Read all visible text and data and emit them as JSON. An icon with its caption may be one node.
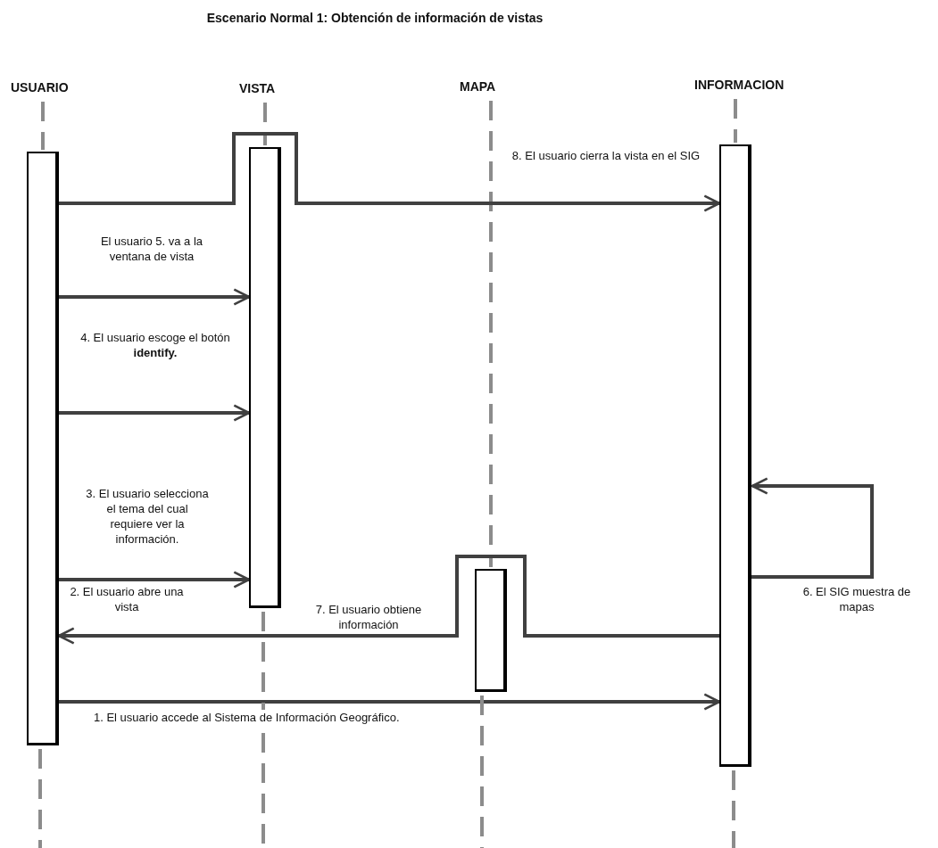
{
  "diagram": {
    "title": "Escenario Normal 1: Obtención de información de vistas",
    "nodes": [
      {
        "text": [
          "USUARIO"
        ]
      },
      {
        "text": [
          "VISTA"
        ]
      },
      {
        "text": [
          "MAPA"
        ]
      },
      {
        "text": [
          "INFORMACION"
        ]
      },
      {
        "text": [],
        "shape": "bar"
      },
      {
        "text": [],
        "shape": "bar"
      },
      {
        "text": [],
        "shape": "bar"
      },
      {
        "text": [],
        "shape": "bar"
      }
    ],
    "edges": [
      {
        "from": 0,
        "to": 4,
        "arrow": "none",
        "style": "dashed",
        "color": "#8c8c8c"
      },
      {
        "from": 1,
        "to": 5,
        "arrow": "none",
        "style": "dashed",
        "color": "#8c8c8c"
      },
      {
        "from": 2,
        "to": 6,
        "arrow": "none",
        "style": "dashed",
        "color": "#8c8c8c"
      },
      {
        "from": 3,
        "to": 7,
        "arrow": "none",
        "style": "dashed",
        "color": "#8c8c8c"
      },
      {
        "from": 4,
        "to": 7,
        "arrow": "to",
        "label": "8. El usuario cierra la vista en el SIG"
      },
      {
        "from": 4,
        "to": 5,
        "arrow": "to",
        "label": "El usuario 5. va a la ventana de vista"
      },
      {
        "from": 4,
        "to": 5,
        "arrow": "to",
        "label": "4. El usuario escoge el botón **identify.**"
      },
      {
        "from": 4,
        "to": 5,
        "arrow": "to",
        "label": "3. El usuario selecciona el tema del cual requiere ver la información."
      },
      {
        "from": 7,
        "to": 7,
        "arrow": "to",
        "label": "6. El SIG muestra de mapas"
      },
      {
        "from": 7,
        "to": 4,
        "arrow": "to",
        "label": "7. El usuario obtiene información"
      },
      {
        "from": 4,
        "to": 7,
        "arrow": "to",
        "label": "1. El usuario accede al Sistema de Información Geográfico."
      }
    ],
    "labels": [
      "2. El usuario abre una vista"
    ]
  }
}
